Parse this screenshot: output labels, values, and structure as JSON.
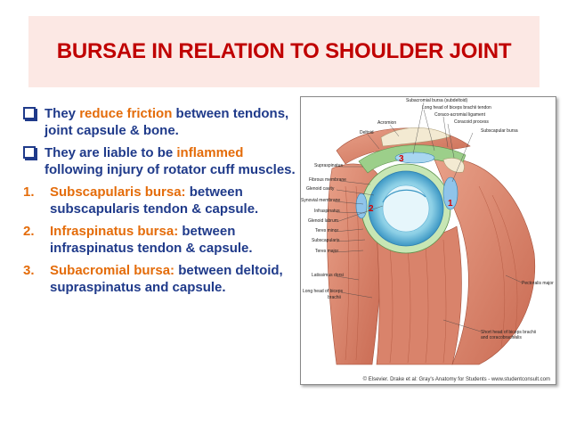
{
  "slide": {
    "title": "BURSAE IN RELATION TO SHOULDER JOINT",
    "bullets": [
      {
        "parts": [
          {
            "text": "They ",
            "color": "blue"
          },
          {
            "text": "reduce friction",
            "color": "orange"
          },
          {
            "text": " between tendons, joint capsule & bone.",
            "color": "blue"
          }
        ]
      },
      {
        "parts": [
          {
            "text": "They are liable to be ",
            "color": "blue"
          },
          {
            "text": "inflammed",
            "color": "orange"
          },
          {
            "text": " following injury of rotator cuff muscles.",
            "color": "blue"
          }
        ]
      }
    ],
    "numbered": [
      {
        "num": "1.",
        "name": "Subscapularis bursa:",
        "desc": " between subscapularis tendon & capsule."
      },
      {
        "num": "2.",
        "name": "Infraspinatus bursa:",
        "desc": " between infraspinatus tendon & capsule."
      },
      {
        "num": "3.",
        "name": "Subacromial bursa:",
        "desc": " between deltoid, supraspinatus and capsule."
      }
    ]
  },
  "figure": {
    "labels": {
      "subacromial": "Subacromial bursa (subdeltoid)",
      "biceps_long": "Long head of biceps brachii tendon",
      "coraco_acromial": "Coraco-acromial ligament",
      "acromion": "Acromion",
      "coracoid": "Coracoid process",
      "deltoid": "Deltoid",
      "subscapular_bursa": "Subscapular bursa",
      "supraspinatus": "Supraspinatus",
      "fibrous_membrane": "Fibrous membrane",
      "glenoid_cavity": "Glenoid cavity",
      "synovial_membrane": "Synovial membrane",
      "infraspinatus": "Infraspinatus",
      "glenoid_labrum": "Glenoid labrum",
      "teres_minor": "Teres minor",
      "subscapularis": "Subscapularis",
      "teres_major": "Teres major",
      "latissimus": "Latissimus dorsi",
      "biceps_long_head": "Long head of biceps",
      "brachii": "brachii",
      "pectoralis": "Pectoralis major",
      "short_head_1": "Short head of biceps brachii",
      "short_head_2": "and coracobrachialis"
    },
    "markers": {
      "one": "1",
      "two": "2",
      "three": "3"
    },
    "caption": "© Elsevier. Drake et al: Gray's Anatomy for Students - www.studentconsult.com"
  },
  "colors": {
    "title": "#c00000",
    "title_bg": "#fce8e4",
    "body_text": "#1f3a8a",
    "accent": "#e46c0a",
    "marker": "#d40000"
  }
}
